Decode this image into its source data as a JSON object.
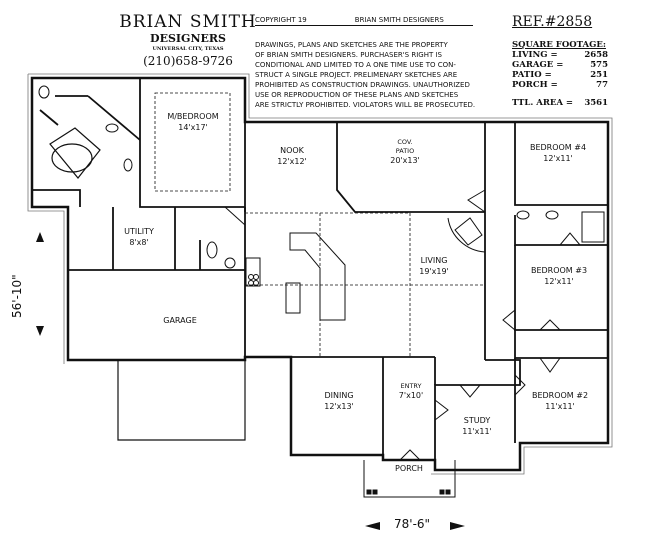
{
  "header": {
    "brand_name": "BRIAN SMITH",
    "brand_sub": "DESIGNERS",
    "brand_city": "UNIVERSAL CITY, TEXAS",
    "phone": "(210)658-9726",
    "copyright": "COPYRIGHT 19",
    "copyright_holder": "BRIAN SMITH DESIGNERS",
    "legal_lines": [
      "DRAWINGS, PLANS AND SKETCHES ARE THE PROPERTY",
      "OF BRIAN SMITH DESIGNERS.  PURCHASER'S RIGHT IS",
      "CONDITIONAL AND LIMITED TO A ONE TIME USE TO CON-",
      "STRUCT A SINGLE PROJECT.  PRELIMENARY SKETCHES ARE",
      "PROHIBITED AS CONSTRUCTION DRAWINGS.  UNAUTHORIZED",
      "USE OR REPRODUCTION OF THESE PLANS AND SKETCHES",
      "ARE STRICTLY PROHIBITED.  VIOLATORS WILL BE PROSECUTED."
    ],
    "ref": "REF.#2858",
    "sqft_title": "SQUARE FOOTAGE:",
    "sqft": [
      {
        "label": "LIVING  =",
        "value": "2658"
      },
      {
        "label": "GARAGE =",
        "value": "575"
      },
      {
        "label": "PATIO  =",
        "value": "251"
      },
      {
        "label": "PORCH  =",
        "value": "77"
      }
    ],
    "total_label": "TTL. AREA =",
    "total_value": "3561"
  },
  "rooms": {
    "master": {
      "name": "M/BEDROOM",
      "size": "14'x17'"
    },
    "nook": {
      "name": "NOOK",
      "size": "12'x12'"
    },
    "patio": {
      "name": "COV.",
      "name2": "PATIO",
      "size": "20'x13'"
    },
    "bed4": {
      "name": "BEDROOM #4",
      "size": "12'x11'"
    },
    "utility": {
      "name": "UTILITY",
      "size": "8'x8'"
    },
    "living": {
      "name": "LIVING",
      "size": "19'x19'"
    },
    "bed3": {
      "name": "BEDROOM #3",
      "size": "12'x11'"
    },
    "garage": {
      "name": "GARAGE"
    },
    "dining": {
      "name": "DINING",
      "size": "12'x13'"
    },
    "entry": {
      "name": "ENTRY",
      "size": "7'x10'"
    },
    "bed2": {
      "name": "BEDROOM #2",
      "size": "11'x11'"
    },
    "study": {
      "name": "STUDY",
      "size": "11'x11'"
    },
    "porch": {
      "name": "PORCH"
    }
  },
  "dimensions": {
    "depth": "56'-10\"",
    "width": "78'-6\""
  }
}
